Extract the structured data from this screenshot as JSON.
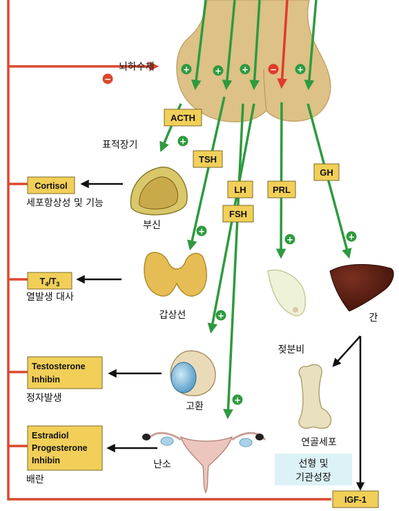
{
  "pituitary_label": "뇌하수체",
  "target_organ_label": "표적장기",
  "signs": {
    "plus": "+",
    "minus": "−"
  },
  "hormones": {
    "acth": "ACTH",
    "tsh": "TSH",
    "lh": "LH",
    "fsh": "FSH",
    "prl": "PRL",
    "gh": "GH"
  },
  "organs": {
    "adrenal": "부신",
    "thyroid": "갑상선",
    "testis": "고환",
    "ovary": "난소",
    "breast": "젖분비",
    "liver": "간",
    "chondrocyte": "연골세포"
  },
  "products": {
    "cortisol": "Cortisol",
    "t4t3": {
      "t4": "T",
      "sub4": "4",
      "slash": "/T",
      "sub3": "3"
    },
    "testis_lines": [
      "Testosterone",
      "Inhibin"
    ],
    "ovary_lines": [
      "Estradiol",
      "Progesterone",
      "Inhibin"
    ],
    "igf1": "IGF-1"
  },
  "effects": {
    "cortisol": "세포항상성 및 기능",
    "thyroid": "열발생 대사",
    "testis": "정자발생",
    "ovary": "배란",
    "growth_lines": [
      "선형 및",
      "기관성장"
    ]
  },
  "colors": {
    "feedback": "#d9492f",
    "stimulate": "#2e9a3e",
    "inhibit": "#e03a2a",
    "hormone_box": "#f1cf58",
    "pituitary": "#ddc186",
    "growth_box": "#dcf2f7"
  }
}
